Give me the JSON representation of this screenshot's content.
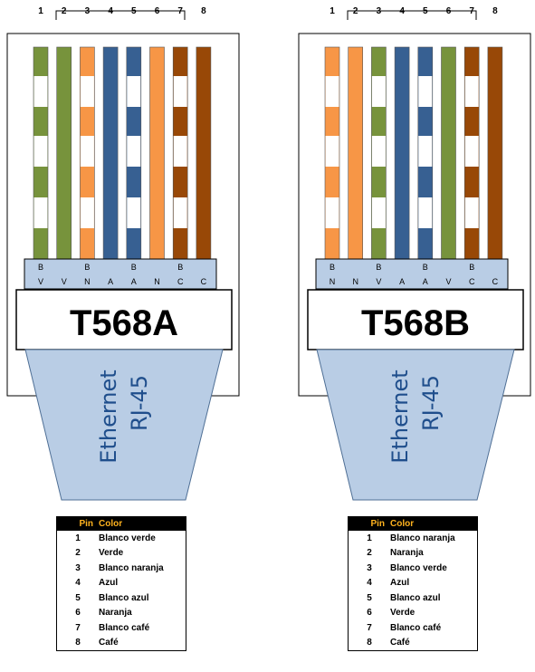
{
  "pin_numbers": [
    "1",
    "2",
    "3",
    "4",
    "5",
    "6",
    "7",
    "8"
  ],
  "colors": {
    "green": "#77933c",
    "orange": "#f79646",
    "blue": "#376092",
    "brown": "#984807",
    "white": "#ffffff",
    "code_box": "#b9cde5",
    "boot": "#b9cde5",
    "boot_text": "#1f4e8c",
    "table_header_bg": "#000000",
    "table_header_text": "#ffb21e"
  },
  "connectors": [
    {
      "title": "T568A",
      "ethernet": "Ethernet",
      "rj45": "RJ-45",
      "wires": [
        {
          "color": "green",
          "striped": true
        },
        {
          "color": "green",
          "striped": false
        },
        {
          "color": "orange",
          "striped": true
        },
        {
          "color": "blue",
          "striped": false
        },
        {
          "color": "blue",
          "striped": true
        },
        {
          "color": "orange",
          "striped": false
        },
        {
          "color": "brown",
          "striped": true
        },
        {
          "color": "brown",
          "striped": false
        }
      ],
      "codes_top": [
        "B",
        "",
        "B",
        "",
        "B",
        "",
        "B",
        ""
      ],
      "codes_bottom": [
        "V",
        "V",
        "N",
        "A",
        "A",
        "N",
        "C",
        "C"
      ],
      "table": {
        "header_pin": "Pin",
        "header_color": "Color",
        "rows": [
          {
            "pin": "1",
            "color": "Blanco verde"
          },
          {
            "pin": "2",
            "color": "Verde"
          },
          {
            "pin": "3",
            "color": "Blanco naranja"
          },
          {
            "pin": "4",
            "color": "Azul"
          },
          {
            "pin": "5",
            "color": "Blanco azul"
          },
          {
            "pin": "6",
            "color": "Naranja"
          },
          {
            "pin": "7",
            "color": "Blanco café"
          },
          {
            "pin": "8",
            "color": "Café"
          }
        ]
      }
    },
    {
      "title": "T568B",
      "ethernet": "Ethernet",
      "rj45": "RJ-45",
      "wires": [
        {
          "color": "orange",
          "striped": true
        },
        {
          "color": "orange",
          "striped": false
        },
        {
          "color": "green",
          "striped": true
        },
        {
          "color": "blue",
          "striped": false
        },
        {
          "color": "blue",
          "striped": true
        },
        {
          "color": "green",
          "striped": false
        },
        {
          "color": "brown",
          "striped": true
        },
        {
          "color": "brown",
          "striped": false
        }
      ],
      "codes_top": [
        "B",
        "",
        "B",
        "",
        "B",
        "",
        "B",
        ""
      ],
      "codes_bottom": [
        "N",
        "N",
        "V",
        "A",
        "A",
        "V",
        "C",
        "C"
      ],
      "table": {
        "header_pin": "Pin",
        "header_color": "Color",
        "rows": [
          {
            "pin": "1",
            "color": "Blanco naranja"
          },
          {
            "pin": "2",
            "color": "Naranja"
          },
          {
            "pin": "3",
            "color": "Blanco verde"
          },
          {
            "pin": "4",
            "color": "Azul"
          },
          {
            "pin": "5",
            "color": "Blanco azul"
          },
          {
            "pin": "6",
            "color": "Verde"
          },
          {
            "pin": "7",
            "color": "Blanco café"
          },
          {
            "pin": "8",
            "color": "Café"
          }
        ]
      }
    }
  ]
}
